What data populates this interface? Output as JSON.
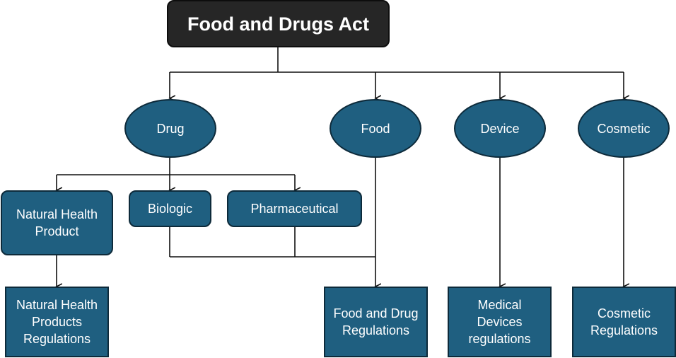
{
  "title": "Food and Drugs Act",
  "categories": {
    "drug": "Drug",
    "food": "Food",
    "device": "Device",
    "cosmetic": "Cosmetic"
  },
  "drug_types": {
    "natural_health_product": "Natural Health Product",
    "biologic": "Biologic",
    "pharmaceutical": "Pharmaceutical"
  },
  "regulations": {
    "natural_health_products": "Natural Health Products Regulations",
    "food_and_drug": "Food and Drug Regulations",
    "medical_devices": "Medical Devices regulations",
    "cosmetic": "Cosmetic Regulations"
  },
  "colors": {
    "root_fill": "#262626",
    "node_fill": "#1f5f80",
    "node_border": "#0d2a3a",
    "connector": "#111111"
  }
}
